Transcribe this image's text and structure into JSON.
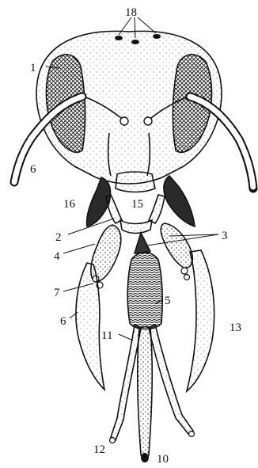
{
  "figure": {
    "labels": {
      "l1": "1",
      "l2": "2",
      "l3": "3",
      "l4": "4",
      "l5": "5",
      "l6a": "6",
      "l6b": "6",
      "l7": "7",
      "l10": "10",
      "l11": "11",
      "l12": "12",
      "l13": "13",
      "l15": "15",
      "l16": "16",
      "l18": "18"
    }
  }
}
